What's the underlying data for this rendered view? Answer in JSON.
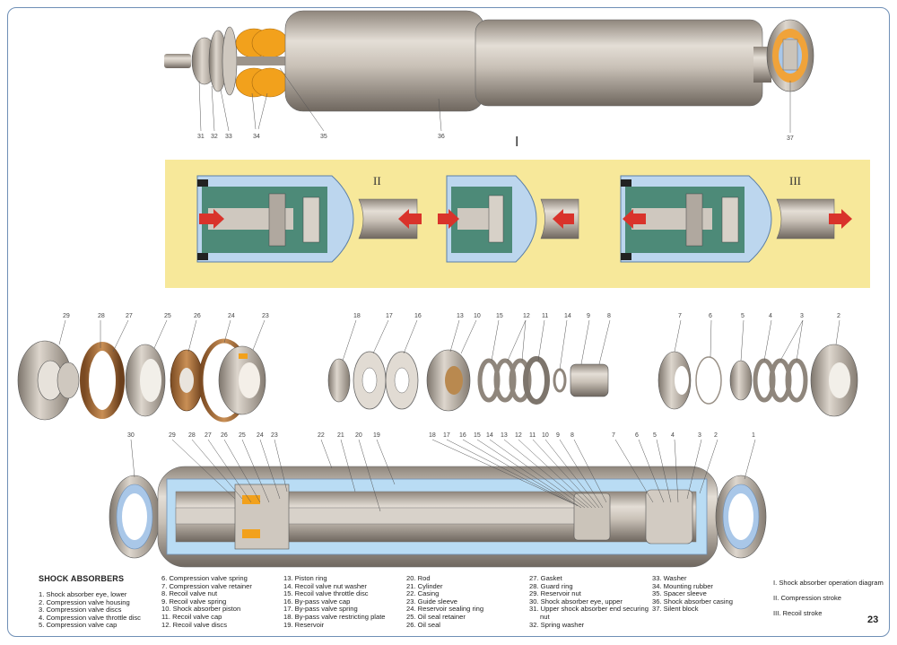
{
  "section_title": "SHOCK ABSORBERS",
  "page_number": "23",
  "diagram_labels": {
    "roman_main": "I",
    "roman_compression": "II",
    "roman_recoil": "III",
    "top_callouts": [
      "31",
      "32",
      "33",
      "34",
      "35",
      "36",
      "37"
    ],
    "exploded_left": [
      "29",
      "28",
      "27",
      "25",
      "26",
      "24",
      "23"
    ],
    "exploded_mid": [
      "18",
      "17",
      "16",
      "13",
      "10",
      "15",
      "12",
      "11",
      "14",
      "9",
      "8"
    ],
    "exploded_right": [
      "7",
      "6",
      "5",
      "4",
      "3",
      "2"
    ],
    "bottom_left": [
      "30",
      "29",
      "28",
      "27",
      "26",
      "25",
      "24",
      "23",
      "22",
      "21",
      "20",
      "19"
    ],
    "bottom_right": [
      "18",
      "17",
      "16",
      "15",
      "14",
      "13",
      "12",
      "11",
      "10",
      "9",
      "8",
      "7",
      "6",
      "5",
      "4",
      "3",
      "2",
      "1"
    ]
  },
  "legend_col1": [
    "1. Shock absorber eye, lower",
    "2. Compression valve housing",
    "3. Compression valve discs",
    "4. Compression valve throttle disc",
    "5. Compression valve cap"
  ],
  "legend_col2": [
    "6. Compression valve spring",
    "7. Compression valve retainer",
    "8. Recoil valve nut",
    "9. Recoil valve spring",
    "10. Shock absorber piston",
    "11. Recoil valve cap",
    "12. Recoil valve discs"
  ],
  "legend_col3": [
    "13. Piston ring",
    "14. Recoil valve nut washer",
    "15. Recoil valve throttle disc",
    "16. By-pass valve cap",
    "17. By-pass valve spring",
    "18. By-pass valve restricting plate",
    "19. Reservoir"
  ],
  "legend_col4": [
    "20. Rod",
    "21. Cylinder",
    "22. Casing",
    "23. Guide sleeve",
    "24. Reservoir sealing ring",
    "25. Oil seal retainer",
    "26. Oil seal"
  ],
  "legend_col5": [
    "27. Gasket",
    "28. Guard ring",
    "29. Reservoir nut",
    "30. Shock absorber eye, upper",
    "31. Upper shock absorber end securing",
    "nut",
    "32. Spring washer"
  ],
  "legend_col6": [
    "33. Washer",
    "34. Mounting rubber",
    "35. Spacer sleeve",
    "36. Shock absorber casing",
    "37. Silent block"
  ],
  "legend_col7": [
    "I.   Shock absorber operation diagram",
    "II.   Compression stroke",
    "III.   Recoil stroke"
  ],
  "colors": {
    "panel": "#f7e89a",
    "metal": "#b9b1a8",
    "rubber": "#e8a21c",
    "fluid": "#4d8a78",
    "arrow": "#d9332b",
    "frame": "#6f8fb6"
  }
}
